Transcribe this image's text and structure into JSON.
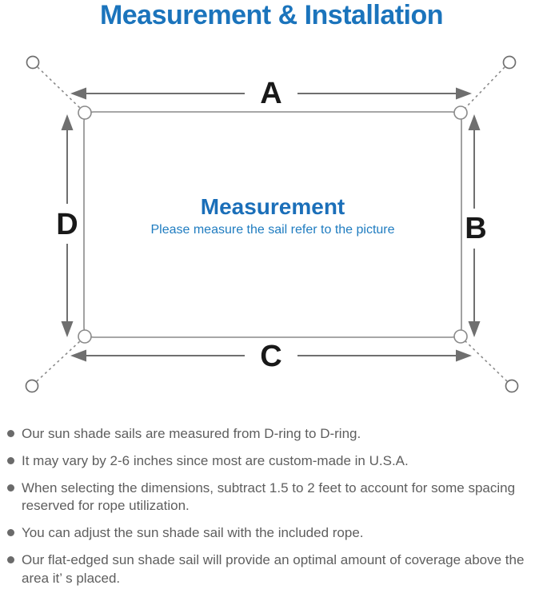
{
  "title": "Measurement & Installation",
  "diagram": {
    "labels": {
      "top": "A",
      "right": "B",
      "bottom": "C",
      "left": "D"
    },
    "center_title": "Measurement",
    "center_caption": "Please measure the sail refer to the picture"
  },
  "notes": [
    "Our sun shade sails are measured from D-ring to D-ring.",
    "It may vary by 2-6 inches since most are custom-made in U.S.A.",
    "When selecting the dimensions, subtract 1.5 to 2 feet to account for some spacing reserved for rope utilization.",
    "You can adjust the sun shade sail with the included rope.",
    "Our flat-edged sun shade sail will provide an optimal amount of coverage above the area it’ s placed."
  ],
  "colors": {
    "title_blue": "#1b74bc",
    "center_text_blue": "#1f7cc0",
    "outline_gray": "#8a8a8a",
    "arrow_gray": "#6f6f6f",
    "note_text_gray": "#5e5e5e",
    "dim_label_black": "#191919"
  }
}
